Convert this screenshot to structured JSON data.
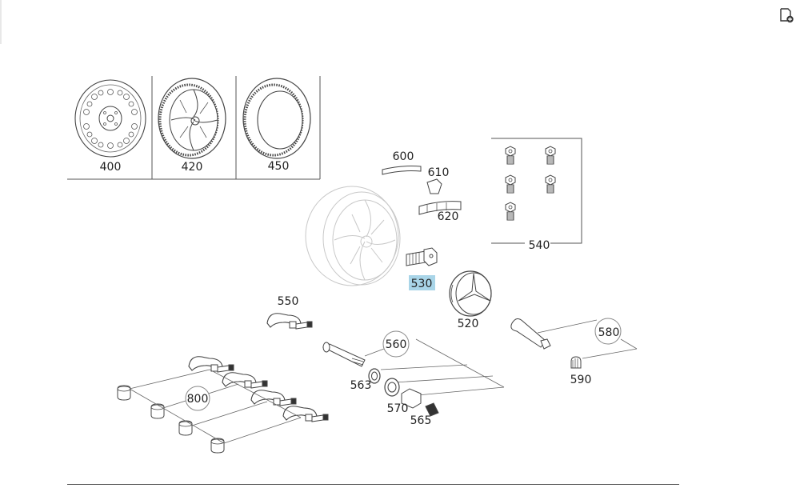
{
  "toolbar": {
    "add_icon": "page-add-icon"
  },
  "diagram": {
    "highlight_color": "#a9d5e8",
    "highlighted": "530",
    "parts": [
      {
        "id": "400",
        "label": "400"
      },
      {
        "id": "420",
        "label": "420"
      },
      {
        "id": "450",
        "label": "450"
      },
      {
        "id": "600",
        "label": "600"
      },
      {
        "id": "610",
        "label": "610"
      },
      {
        "id": "620",
        "label": "620"
      },
      {
        "id": "540",
        "label": "540"
      },
      {
        "id": "530",
        "label": "530"
      },
      {
        "id": "520",
        "label": "520"
      },
      {
        "id": "550",
        "label": "550"
      },
      {
        "id": "560",
        "label": "560"
      },
      {
        "id": "580",
        "label": "580"
      },
      {
        "id": "590",
        "label": "590"
      },
      {
        "id": "563",
        "label": "563"
      },
      {
        "id": "570",
        "label": "570"
      },
      {
        "id": "565",
        "label": "565"
      },
      {
        "id": "800",
        "label": "800"
      }
    ]
  }
}
